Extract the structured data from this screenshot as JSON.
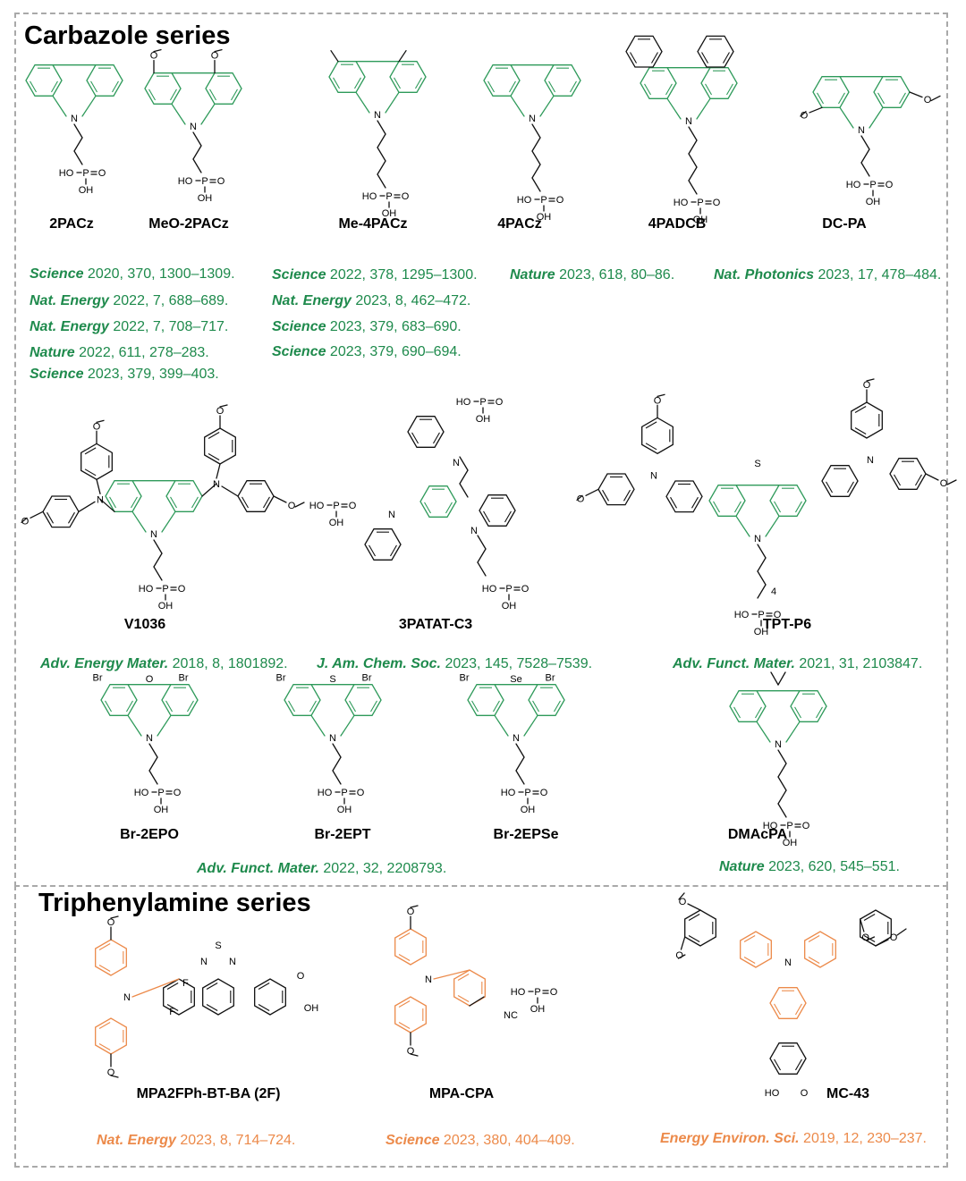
{
  "colors": {
    "carbazole_core": "#2e9a5a",
    "triphenylamine_core": "#ec8a4a",
    "reference_green": "#1e8a4c",
    "reference_orange": "#ec8a4a",
    "bond": "#111111"
  },
  "sections": {
    "carbazole": {
      "title": "Carbazole series"
    },
    "triphenylamine": {
      "title": "Triphenylamine series"
    }
  },
  "atoms": {
    "N": "N",
    "P": "P",
    "O": "O",
    "OH": "OH",
    "HO": "HO",
    "S": "S",
    "Se": "Se",
    "Br": "Br",
    "F": "F",
    "NC": "NC",
    "sub4": "4"
  },
  "molecules": {
    "m2PACz": "2PACz",
    "MeO2PACz": "MeO-2PACz",
    "Me4PACz": "Me-4PACz",
    "m4PACz": "4PACz",
    "m4PADCB": "4PADCB",
    "DCPA": "DC-PA",
    "V1036": "V1036",
    "m3PATATC3": "3PATAT-C3",
    "TPTP6": "TPT-P6",
    "Br2EPO": "Br-2EPO",
    "Br2EPT": "Br-2EPT",
    "Br2EPSe": "Br-2EPSe",
    "DMAcPA": "DMAcPA",
    "MPA2FPh": "MPA2FPh-BT-BA (2F)",
    "MPACPA": "MPA-CPA",
    "MC43": "MC-43"
  },
  "references": {
    "r1": {
      "journal": "Science",
      "rest": " 2020, 370, 1300–1309."
    },
    "r2": {
      "journal": "Nat. Energy",
      "rest": " 2022, 7, 688–689."
    },
    "r3": {
      "journal": "Nat. Energy",
      "rest": " 2022, 7, 708–717."
    },
    "r4": {
      "journal": "Nature",
      "rest": " 2022, 611, 278–283."
    },
    "r5": {
      "journal": "Science",
      "rest": " 2023, 379, 399–403."
    },
    "r6": {
      "journal": "Science",
      "rest": " 2022, 378, 1295–1300."
    },
    "r7": {
      "journal": "Nat. Energy",
      "rest": " 2023, 8, 462–472."
    },
    "r8": {
      "journal": "Science",
      "rest": " 2023, 379, 683–690."
    },
    "r9": {
      "journal": "Science",
      "rest": " 2023, 379, 690–694."
    },
    "r10": {
      "journal": "Nature",
      "rest": " 2023, 618, 80–86."
    },
    "r11": {
      "journal": "Nat. Photonics",
      "rest": " 2023, 17, 478–484."
    },
    "r12": {
      "journal": "Adv. Energy Mater.",
      "rest": " 2018, 8, 1801892."
    },
    "r13": {
      "journal": "J. Am. Chem. Soc.",
      "rest": " 2023, 145, 7528–7539."
    },
    "r14": {
      "journal": "Adv. Funct. Mater.",
      "rest": " 2021, 31, 2103847."
    },
    "r15": {
      "journal": "Adv. Funct. Mater.",
      "rest": " 2022, 32, 2208793."
    },
    "r16": {
      "journal": "Nature",
      "rest": " 2023, 620, 545–551."
    },
    "r17": {
      "journal": "Nat. Energy",
      "rest": " 2023, 8, 714–724."
    },
    "r18": {
      "journal": "Science",
      "rest": " 2023, 380, 404–409."
    },
    "r19": {
      "journal": "Energy Environ. Sci.",
      "rest": " 2019, 12, 230–237."
    }
  }
}
